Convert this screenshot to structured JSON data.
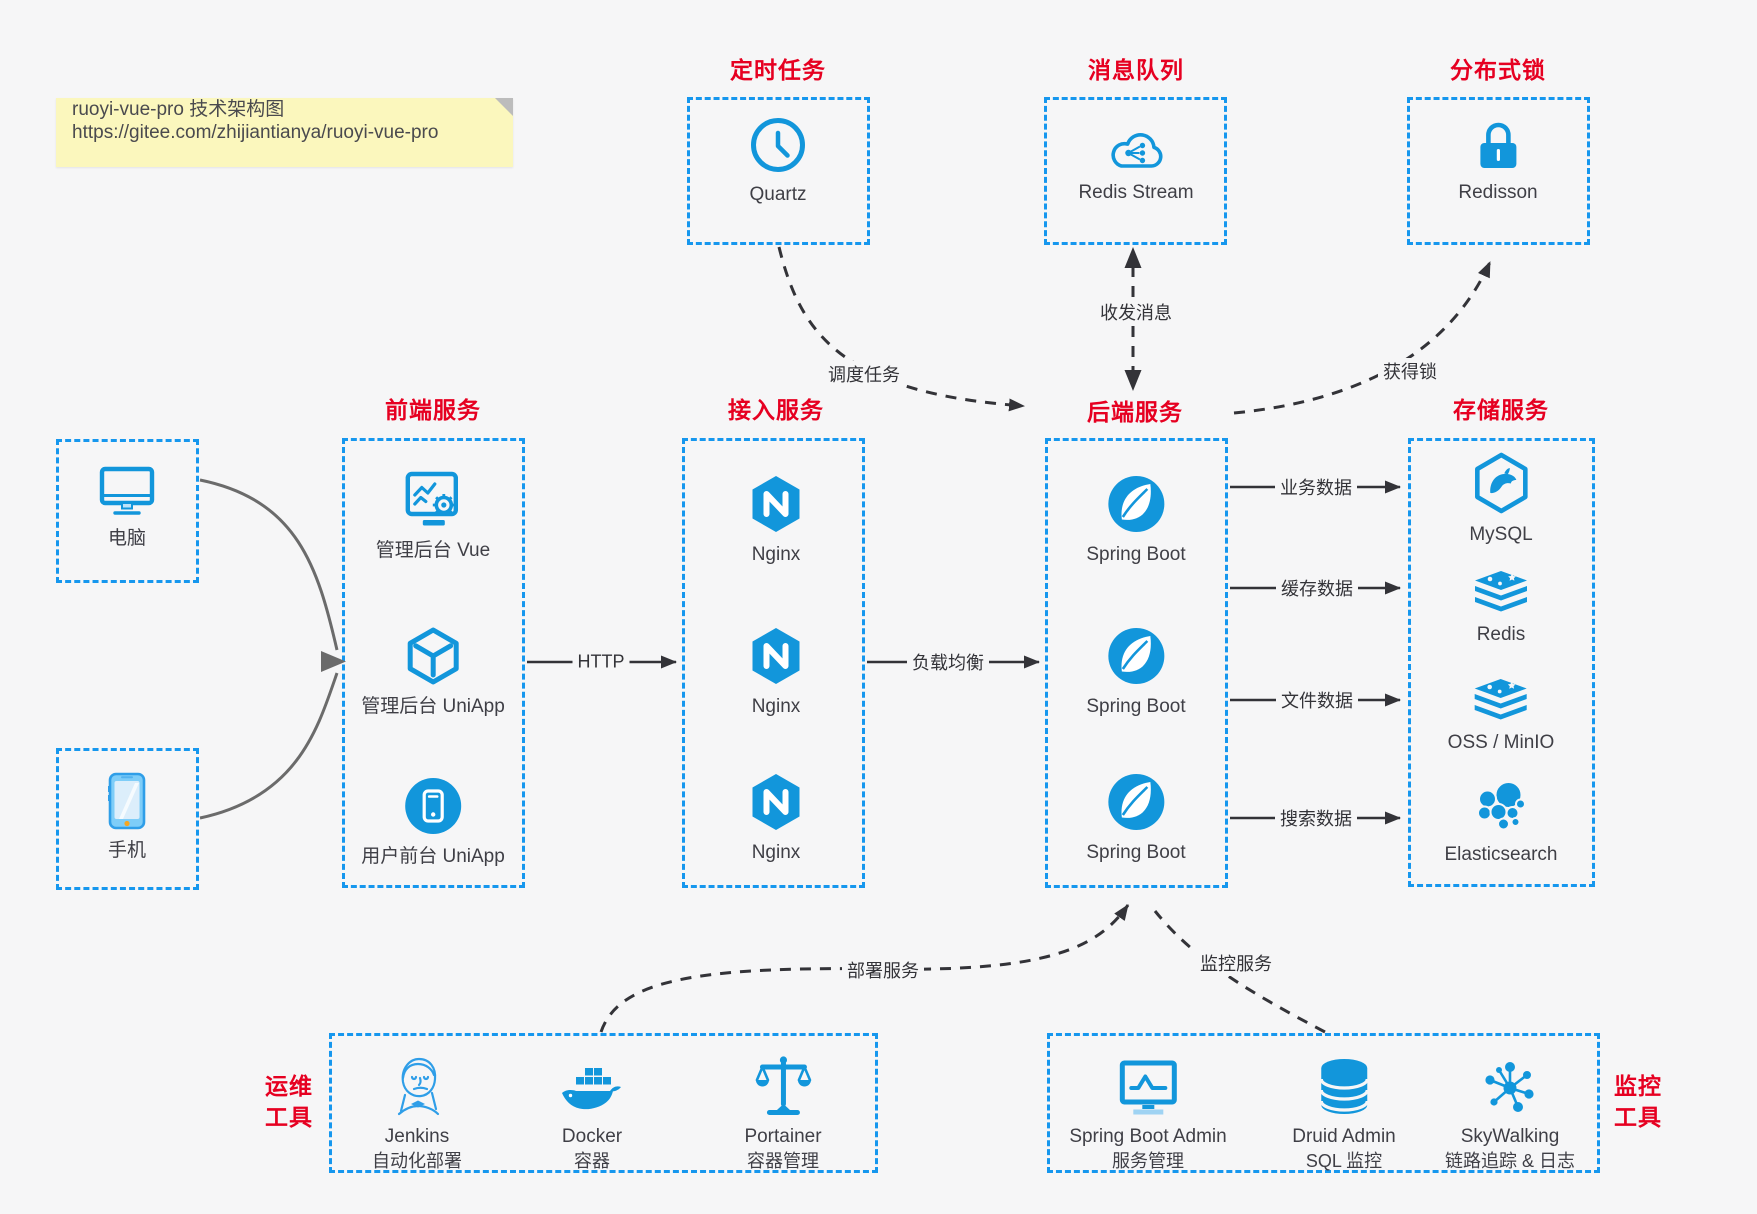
{
  "note": {
    "title": "ruoyi-vue-pro 技术架构图",
    "url": "https://gitee.com/zhijiantianya/ruoyi-vue-pro"
  },
  "colors": {
    "border_blue": "#1697ee",
    "icon_blue": "#1296db",
    "title_red": "#e60021",
    "arrow_dark": "#333338",
    "client_arrow_gray": "#6b6b6b",
    "background": "#f6f6f7",
    "note_yellow": "#fbf7bd"
  },
  "groups": {
    "scheduler": {
      "title": "定时任务",
      "item": {
        "icon": "clock-icon",
        "label": "Quartz"
      }
    },
    "mq": {
      "title": "消息队列",
      "item": {
        "icon": "cloud-network-icon",
        "label": "Redis Stream"
      }
    },
    "dlock": {
      "title": "分布式锁",
      "item": {
        "icon": "lock-icon",
        "label": "Redisson"
      }
    },
    "clients": {
      "items": [
        {
          "icon": "desktop-icon",
          "label": "电脑"
        },
        {
          "icon": "mobile-icon",
          "label": "手机"
        }
      ]
    },
    "frontend": {
      "title": "前端服务",
      "items": [
        {
          "icon": "admin-vue-icon",
          "label": "管理后台 Vue"
        },
        {
          "icon": "cube-icon",
          "label": "管理后台 UniApp"
        },
        {
          "icon": "uniapp-phone-icon",
          "label": "用户前台 UniApp"
        }
      ]
    },
    "gateway": {
      "title": "接入服务",
      "items": [
        {
          "icon": "nginx-icon",
          "label": "Nginx"
        },
        {
          "icon": "nginx-icon",
          "label": "Nginx"
        },
        {
          "icon": "nginx-icon",
          "label": "Nginx"
        }
      ]
    },
    "backend": {
      "title": "后端服务",
      "items": [
        {
          "icon": "spring-icon",
          "label": "Spring Boot"
        },
        {
          "icon": "spring-icon",
          "label": "Spring Boot"
        },
        {
          "icon": "spring-icon",
          "label": "Spring Boot"
        }
      ]
    },
    "storage": {
      "title": "存储服务",
      "items": [
        {
          "icon": "mysql-icon",
          "label": "MySQL"
        },
        {
          "icon": "redis-stack-icon",
          "label": "Redis"
        },
        {
          "icon": "oss-stack-icon",
          "label": "OSS / MinIO"
        },
        {
          "icon": "elasticsearch-icon",
          "label": "Elasticsearch"
        }
      ]
    },
    "ops": {
      "title_lines": [
        "运维",
        "工具"
      ],
      "items": [
        {
          "icon": "jenkins-icon",
          "label": "Jenkins",
          "sublabel": "自动化部署"
        },
        {
          "icon": "docker-icon",
          "label": "Docker",
          "sublabel": "容器"
        },
        {
          "icon": "portainer-icon",
          "label": "Portainer",
          "sublabel": "容器管理"
        }
      ]
    },
    "monitoring": {
      "title_lines": [
        "监控",
        "工具"
      ],
      "items": [
        {
          "icon": "spring-boot-admin-icon",
          "label": "Spring Boot Admin",
          "sublabel": "服务管理"
        },
        {
          "icon": "druid-icon",
          "label": "Druid Admin",
          "sublabel": "SQL 监控"
        },
        {
          "icon": "skywalking-icon",
          "label": "SkyWalking",
          "sublabel": "链路追踪 & 日志"
        }
      ]
    }
  },
  "edges": {
    "http": "HTTP",
    "load_balance": "负载均衡",
    "business_data": "业务数据",
    "cache_data": "缓存数据",
    "file_data": "文件数据",
    "search_data": "搜索数据",
    "schedule": "调度任务",
    "messages": "收发消息",
    "acquire_lock": "获得锁",
    "deploy": "部署服务",
    "monitor": "监控服务"
  }
}
